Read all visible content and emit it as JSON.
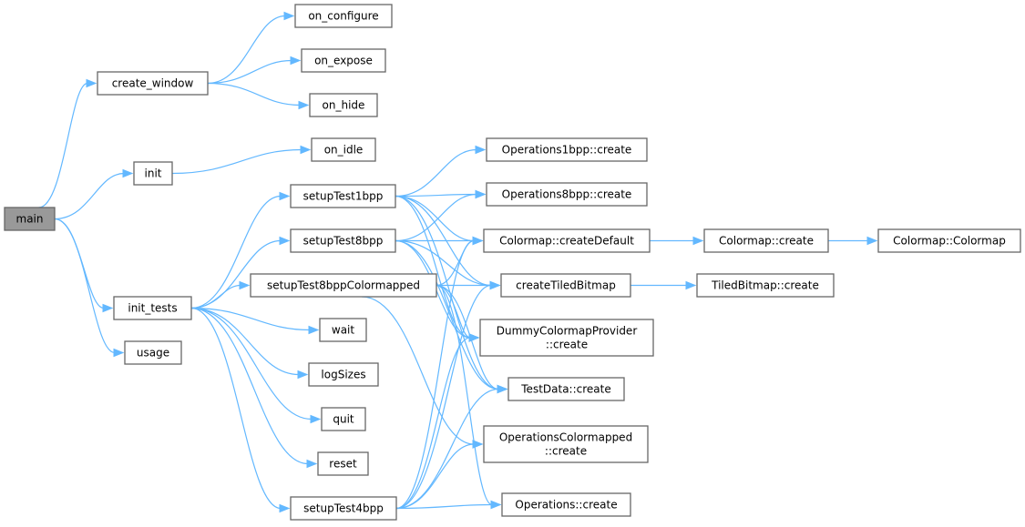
{
  "diagram": {
    "type": "call-graph",
    "colors": {
      "edge": "#63b8ff",
      "node_border": "#666666",
      "root_fill": "#999999",
      "node_fill": "#ffffff"
    },
    "nodes": [
      {
        "id": "main",
        "label": [
          "main"
        ],
        "root": true
      },
      {
        "id": "create_window",
        "label": [
          "create_window"
        ]
      },
      {
        "id": "init",
        "label": [
          "init"
        ]
      },
      {
        "id": "init_tests",
        "label": [
          "init_tests"
        ]
      },
      {
        "id": "usage",
        "label": [
          "usage"
        ]
      },
      {
        "id": "on_configure",
        "label": [
          "on_configure"
        ]
      },
      {
        "id": "on_expose",
        "label": [
          "on_expose"
        ]
      },
      {
        "id": "on_hide",
        "label": [
          "on_hide"
        ]
      },
      {
        "id": "on_idle",
        "label": [
          "on_idle"
        ]
      },
      {
        "id": "setupTest1bpp",
        "label": [
          "setupTest1bpp"
        ]
      },
      {
        "id": "setupTest8bpp",
        "label": [
          "setupTest8bpp"
        ]
      },
      {
        "id": "setupTest8bppColormapped",
        "label": [
          "setupTest8bppColormapped"
        ]
      },
      {
        "id": "wait",
        "label": [
          "wait"
        ]
      },
      {
        "id": "logSizes",
        "label": [
          "logSizes"
        ]
      },
      {
        "id": "quit",
        "label": [
          "quit"
        ]
      },
      {
        "id": "reset",
        "label": [
          "reset"
        ]
      },
      {
        "id": "setupTest4bpp",
        "label": [
          "setupTest4bpp"
        ]
      },
      {
        "id": "Operations1bpp_create",
        "label": [
          "Operations1bpp::create"
        ]
      },
      {
        "id": "Operations8bpp_create",
        "label": [
          "Operations8bpp::create"
        ]
      },
      {
        "id": "Colormap_createDefault",
        "label": [
          "Colormap::createDefault"
        ]
      },
      {
        "id": "createTiledBitmap",
        "label": [
          "createTiledBitmap"
        ]
      },
      {
        "id": "DummyColormapProvider_create",
        "label": [
          "DummyColormapProvider",
          "::create"
        ]
      },
      {
        "id": "TestData_create",
        "label": [
          "TestData::create"
        ]
      },
      {
        "id": "OperationsColormapped_create",
        "label": [
          "OperationsColormapped",
          "::create"
        ]
      },
      {
        "id": "Operations_create",
        "label": [
          "Operations::create"
        ]
      },
      {
        "id": "Colormap_create",
        "label": [
          "Colormap::create"
        ]
      },
      {
        "id": "Colormap_Colormap",
        "label": [
          "Colormap::Colormap"
        ]
      },
      {
        "id": "TiledBitmap_create",
        "label": [
          "TiledBitmap::create"
        ]
      }
    ],
    "edges": [
      [
        "main",
        "create_window"
      ],
      [
        "main",
        "init"
      ],
      [
        "main",
        "init_tests"
      ],
      [
        "main",
        "usage"
      ],
      [
        "create_window",
        "on_configure"
      ],
      [
        "create_window",
        "on_expose"
      ],
      [
        "create_window",
        "on_hide"
      ],
      [
        "init",
        "on_idle"
      ],
      [
        "init_tests",
        "setupTest1bpp"
      ],
      [
        "init_tests",
        "setupTest8bpp"
      ],
      [
        "init_tests",
        "setupTest8bppColormapped"
      ],
      [
        "init_tests",
        "wait"
      ],
      [
        "init_tests",
        "logSizes"
      ],
      [
        "init_tests",
        "quit"
      ],
      [
        "init_tests",
        "reset"
      ],
      [
        "init_tests",
        "setupTest4bpp"
      ],
      [
        "setupTest1bpp",
        "Operations1bpp_create"
      ],
      [
        "setupTest1bpp",
        "Operations8bpp_create"
      ],
      [
        "setupTest1bpp",
        "Colormap_createDefault"
      ],
      [
        "setupTest1bpp",
        "createTiledBitmap"
      ],
      [
        "setupTest1bpp",
        "DummyColormapProvider_create"
      ],
      [
        "setupTest1bpp",
        "TestData_create"
      ],
      [
        "setupTest8bpp",
        "Operations8bpp_create"
      ],
      [
        "setupTest8bpp",
        "Colormap_createDefault"
      ],
      [
        "setupTest8bpp",
        "createTiledBitmap"
      ],
      [
        "setupTest8bpp",
        "DummyColormapProvider_create"
      ],
      [
        "setupTest8bpp",
        "TestData_create"
      ],
      [
        "setupTest8bppColormapped",
        "Colormap_createDefault"
      ],
      [
        "setupTest8bppColormapped",
        "createTiledBitmap"
      ],
      [
        "setupTest8bppColormapped",
        "DummyColormapProvider_create"
      ],
      [
        "setupTest8bppColormapped",
        "TestData_create"
      ],
      [
        "setupTest8bppColormapped",
        "OperationsColormapped_create"
      ],
      [
        "setupTest8bppColormapped",
        "Operations_create"
      ],
      [
        "setupTest4bpp",
        "Colormap_createDefault"
      ],
      [
        "setupTest4bpp",
        "createTiledBitmap"
      ],
      [
        "setupTest4bpp",
        "DummyColormapProvider_create"
      ],
      [
        "setupTest4bpp",
        "TestData_create"
      ],
      [
        "setupTest4bpp",
        "OperationsColormapped_create"
      ],
      [
        "setupTest4bpp",
        "Operations_create"
      ],
      [
        "Colormap_createDefault",
        "Colormap_create"
      ],
      [
        "Colormap_create",
        "Colormap_Colormap"
      ],
      [
        "createTiledBitmap",
        "TiledBitmap_create"
      ]
    ]
  }
}
